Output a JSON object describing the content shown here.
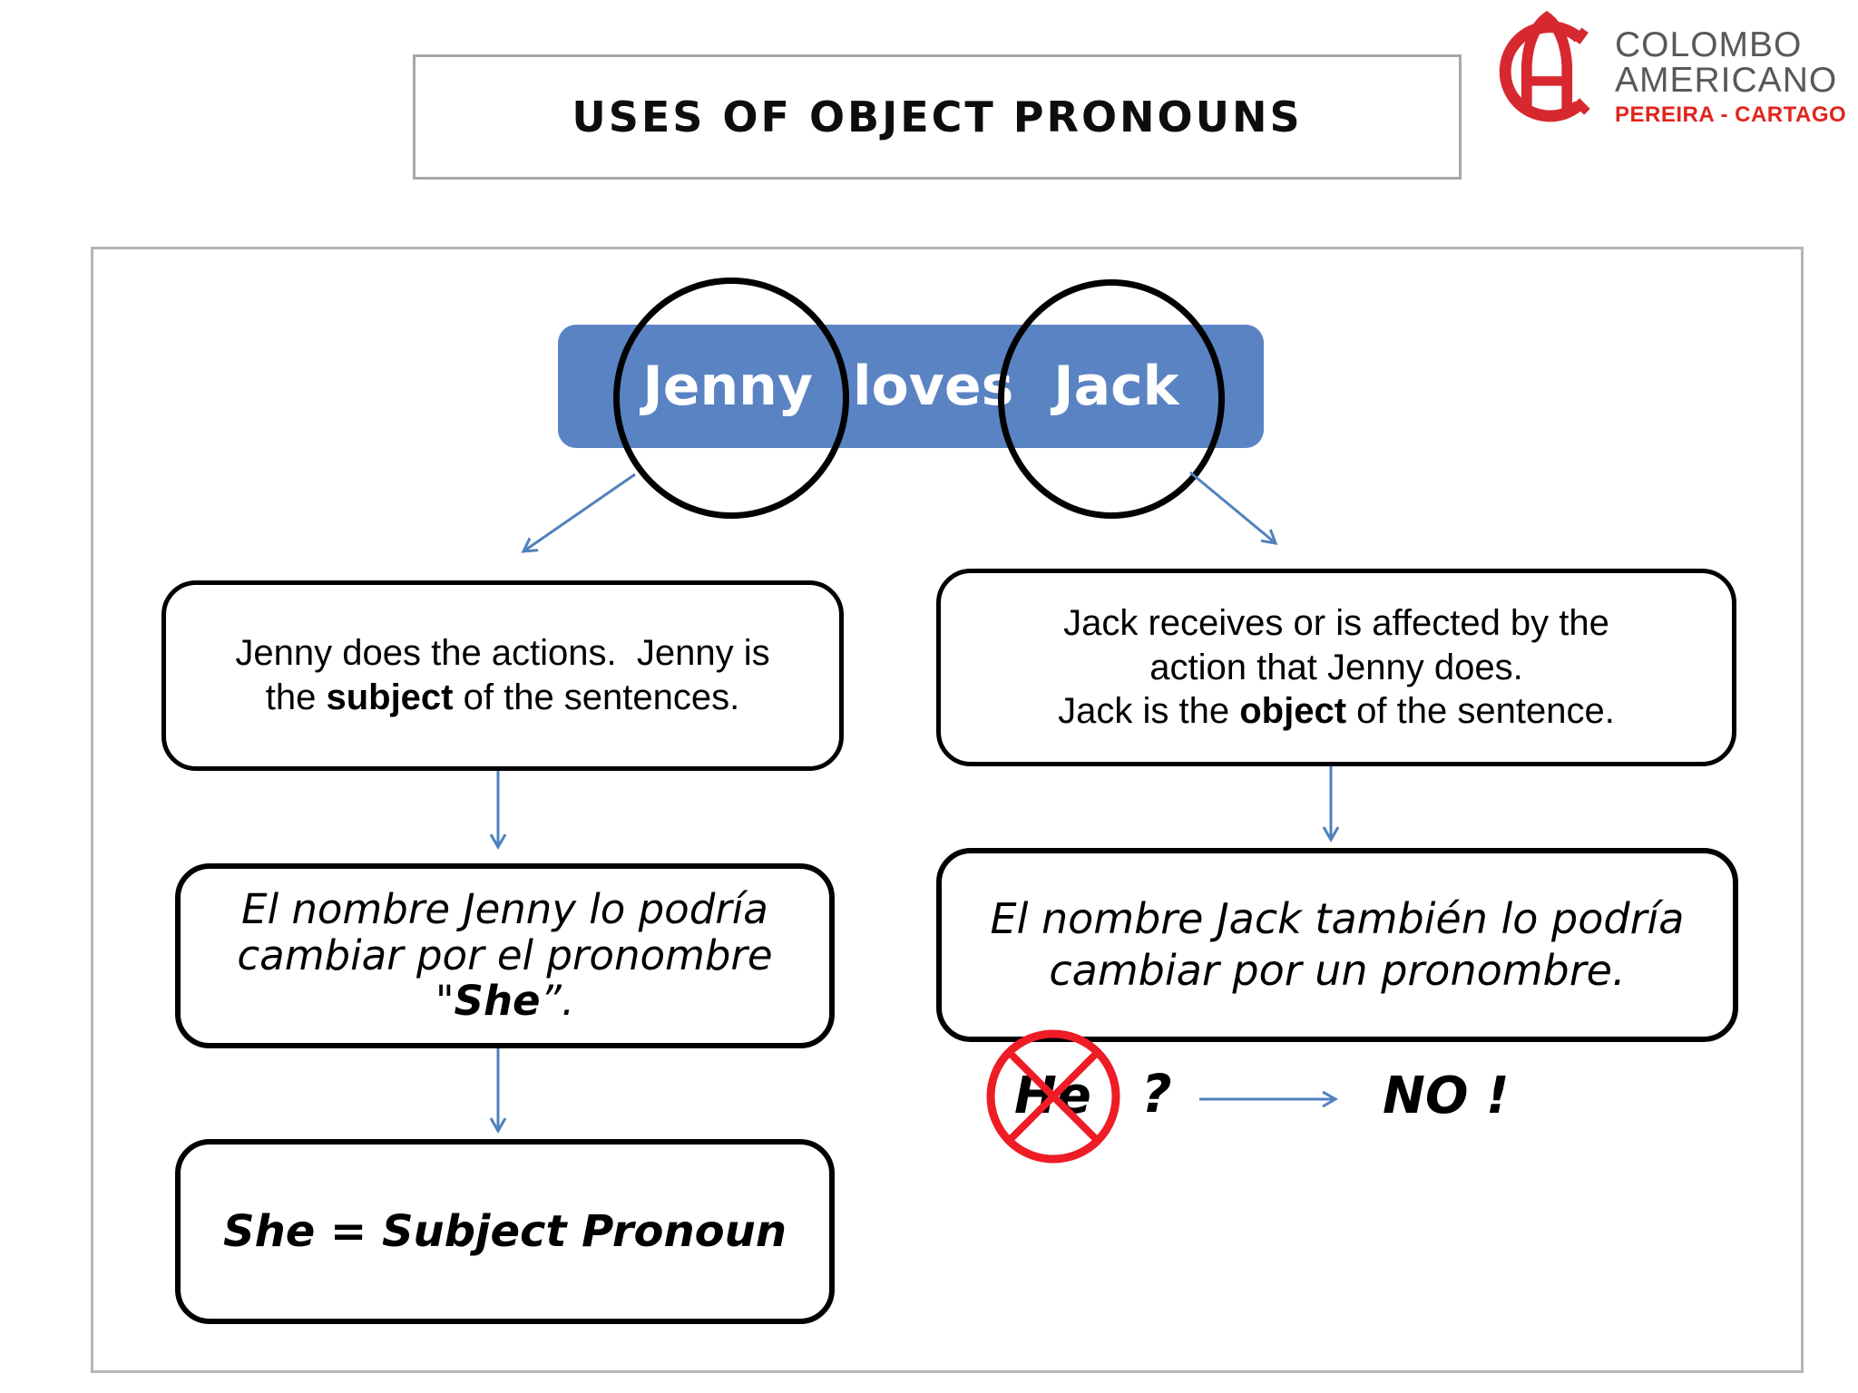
{
  "title": "USES OF OBJECT PRONOUNS",
  "logo": {
    "name_line1": "COLOMBO",
    "name_line2": "AMERICANO",
    "location": "PEREIRA - CARTAGO"
  },
  "sentence": {
    "subject": "Jenny",
    "verb": "loves",
    "object": "Jack"
  },
  "left_branch": {
    "explanation": {
      "line1": "Jenny does the actions.  Jenny is",
      "line2_pre": "the ",
      "line2_bold": "subject",
      "line2_post": " of the sentences."
    },
    "spanish_note": {
      "line1": "El nombre Jenny lo podría",
      "line2": "cambiar por el pronombre",
      "line3_pre": "\"",
      "line3_bold": "She",
      "line3_post": "”."
    },
    "conclusion": "She = Subject Pronoun"
  },
  "right_branch": {
    "explanation": {
      "line1": "Jack receives or is affected by the",
      "line2": "action that Jenny does.",
      "line3_pre": "Jack is the ",
      "line3_bold": "object",
      "line3_post": " of the sentence."
    },
    "spanish_note": {
      "line1": "El nombre Jack también lo podría",
      "line2": "cambiar por un pronombre."
    },
    "rejected_pronoun": "He",
    "question_mark": "?",
    "verdict": "NO !"
  },
  "colors": {
    "sentence_box_blue": "#5a83c3",
    "arrow_blue": "#4f81bd",
    "logo_red": "#d7282f",
    "logo_gray": "#58595b",
    "prohibition_red": "#ee1c25",
    "frame_gray": "#b5b5b5"
  }
}
